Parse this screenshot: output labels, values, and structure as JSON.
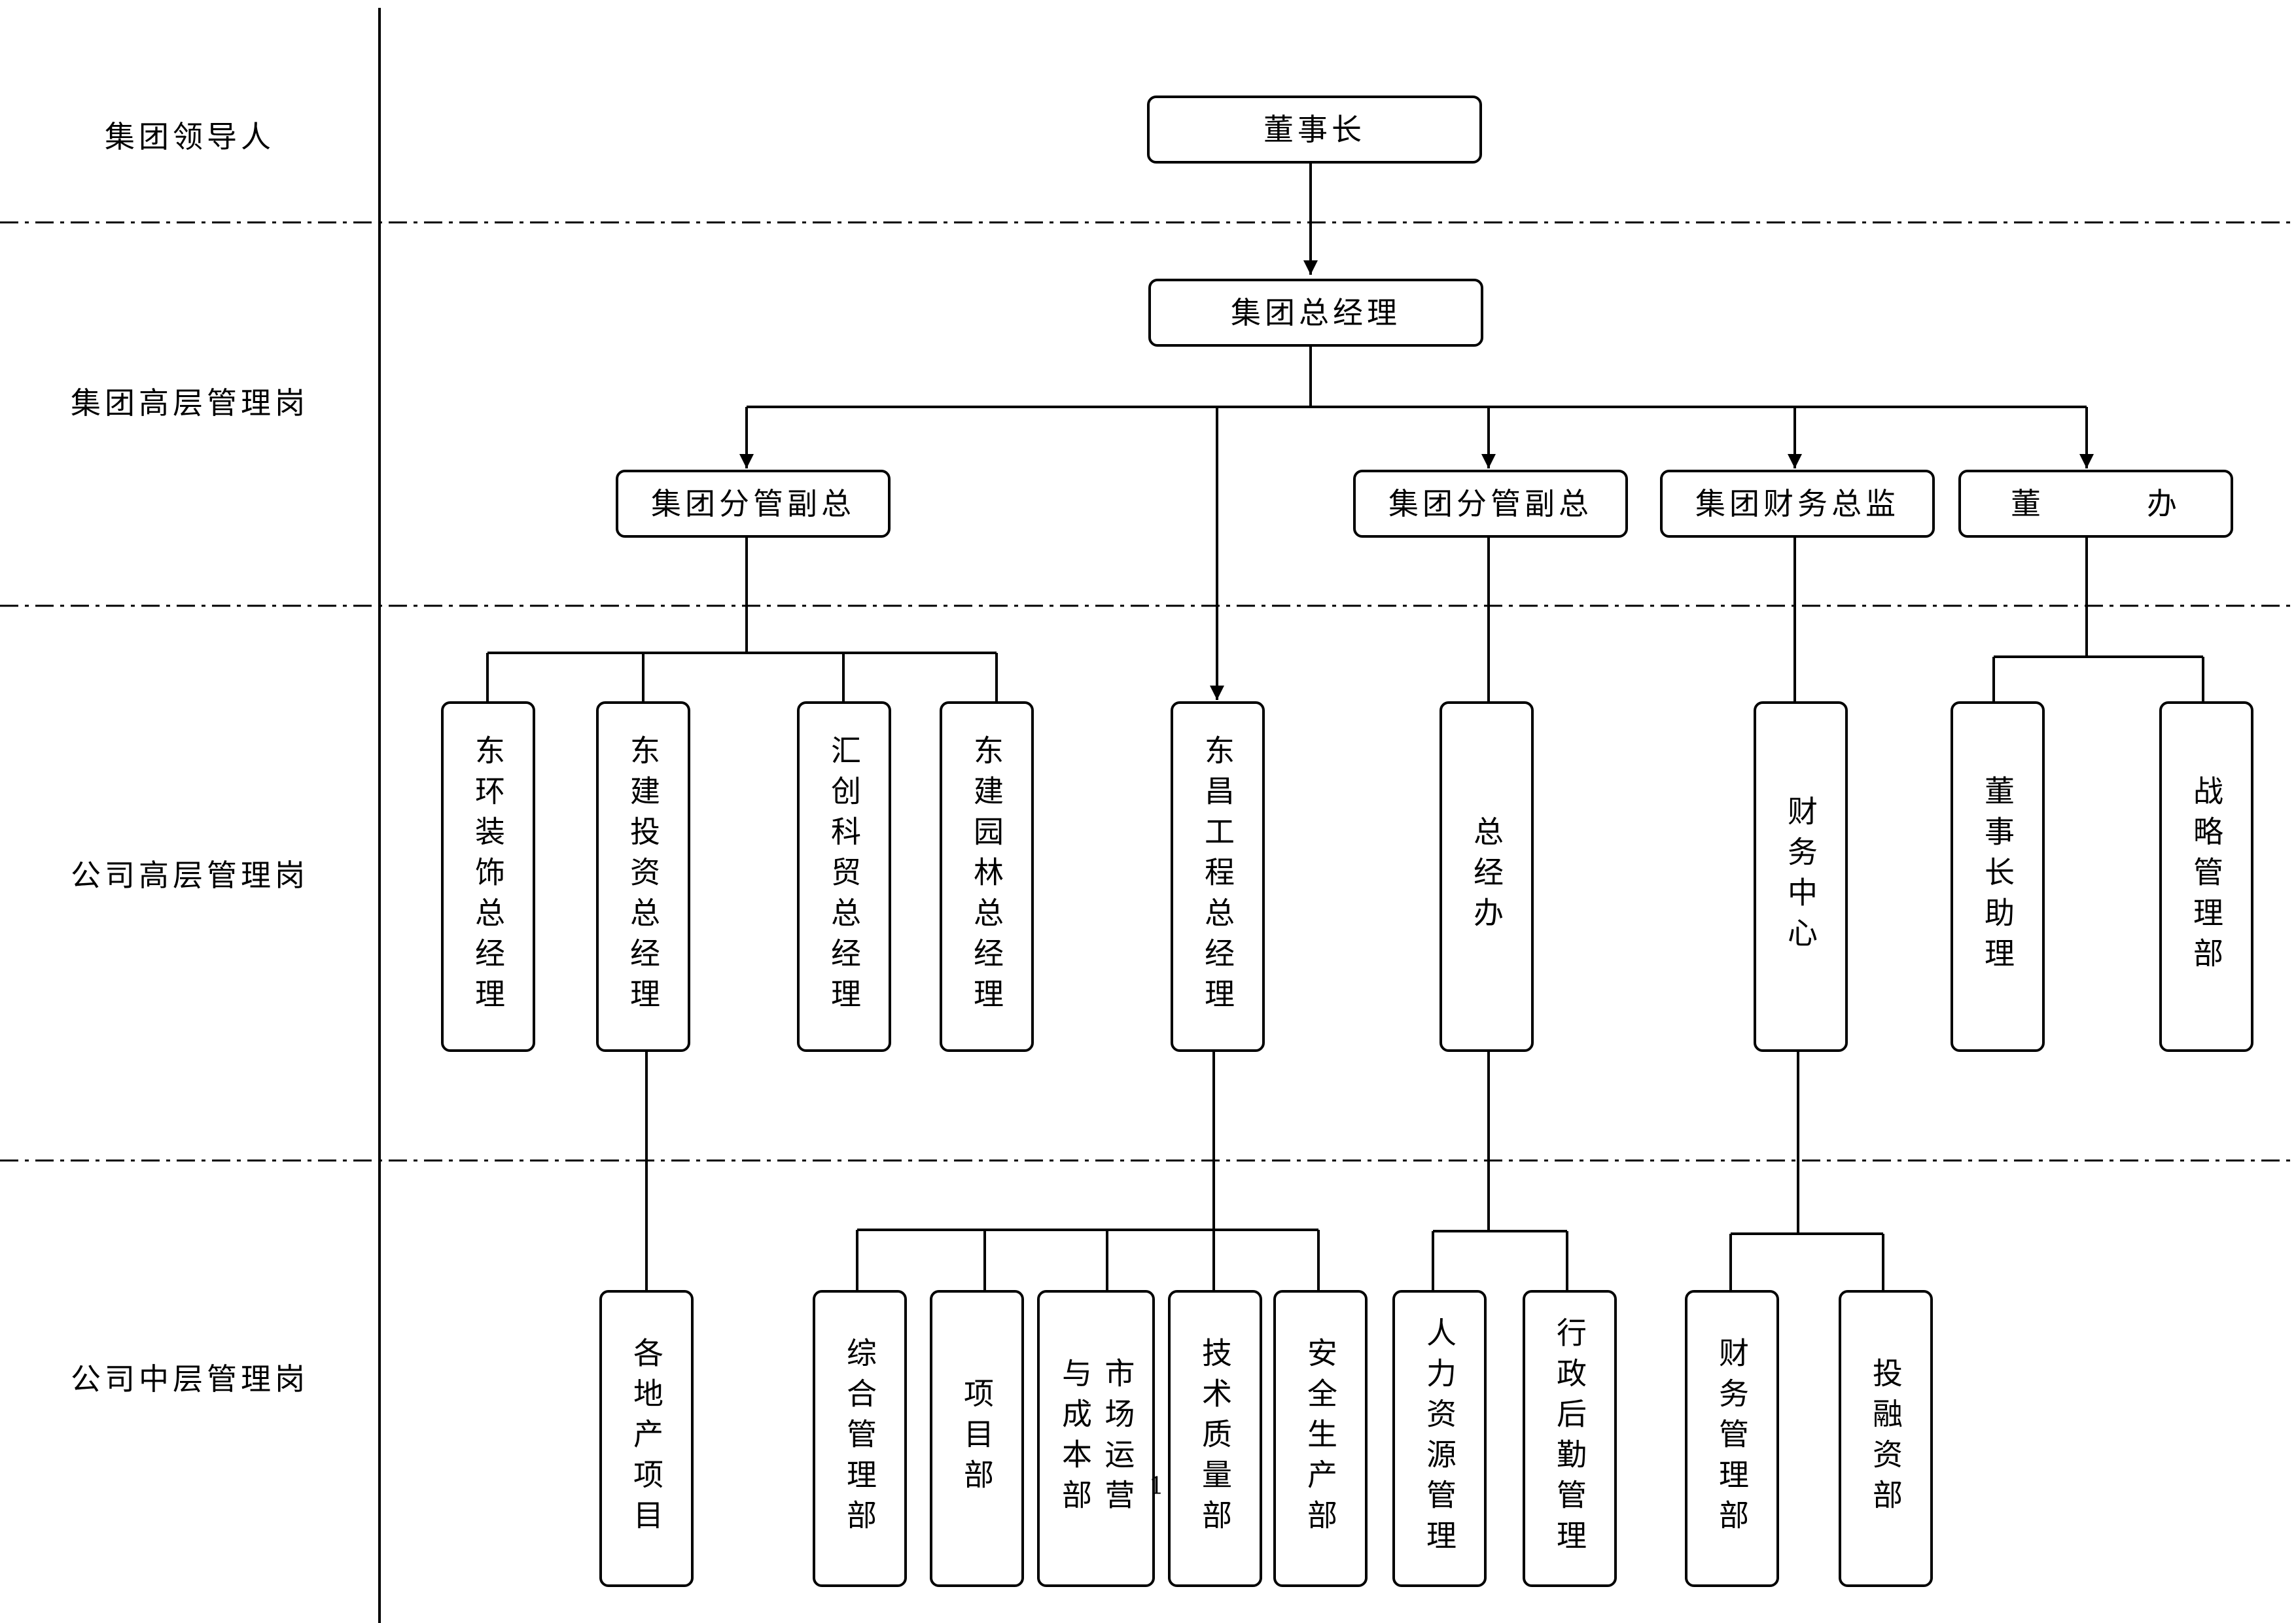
{
  "levels": [
    "集团领导人",
    "集团高层管理岗",
    "公司高层管理岗",
    "公司中层管理岗"
  ],
  "nodes": {
    "chairman": "董事长",
    "group_gm": "集团总经理",
    "group_vp_1": "集团分管副总",
    "group_vp_2": "集团分管副总",
    "group_cfo": "集团财务总监",
    "board_office": "董　　　办",
    "dh_decor_gm": "东环装饰总经理",
    "dj_invest_gm": "东建投资总经理",
    "hc_trade_gm": "汇创科贸总经理",
    "dj_garden_gm": "东建园林总经理",
    "dc_eng_gm": "东昌工程总经理",
    "gm_office": "总经办",
    "finance_center": "财务中心",
    "chairman_assistant": "董事长助理",
    "strategy_dept": "战略管理部",
    "re_projects": "各地产项目",
    "admin_dept": "综合管理部",
    "project_dept": "项目部",
    "market_cost_dept": "市场运营与成本部",
    "tech_quality_dept": "技术质量部",
    "safety_dept": "安全生产部",
    "hr_mgmt": "人力资源管理",
    "admin_logistics": "行政后勤管理",
    "finance_mgmt_dept": "财务管理部",
    "invest_finance_dept": "投融资部"
  },
  "page_number": "1"
}
